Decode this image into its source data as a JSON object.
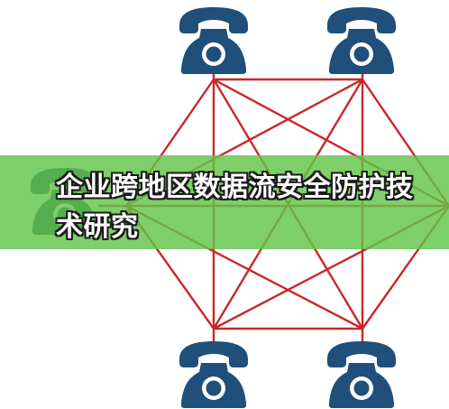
{
  "banner": {
    "title": "企业跨地区数据流安全防护技术研究"
  },
  "colors": {
    "phone": "#1f4f7a",
    "network_line": "#c8282a",
    "banner_bg": "#62c448",
    "banner_text": "#ffffff",
    "banner_text_outline": "#1b1b1b"
  },
  "phones": [
    {
      "id": "top-left",
      "icon": "telephone-icon"
    },
    {
      "id": "top-right",
      "icon": "telephone-icon"
    },
    {
      "id": "middle-left",
      "icon": "telephone-icon"
    },
    {
      "id": "bottom-left",
      "icon": "telephone-icon"
    },
    {
      "id": "bottom-right",
      "icon": "telephone-icon"
    }
  ]
}
